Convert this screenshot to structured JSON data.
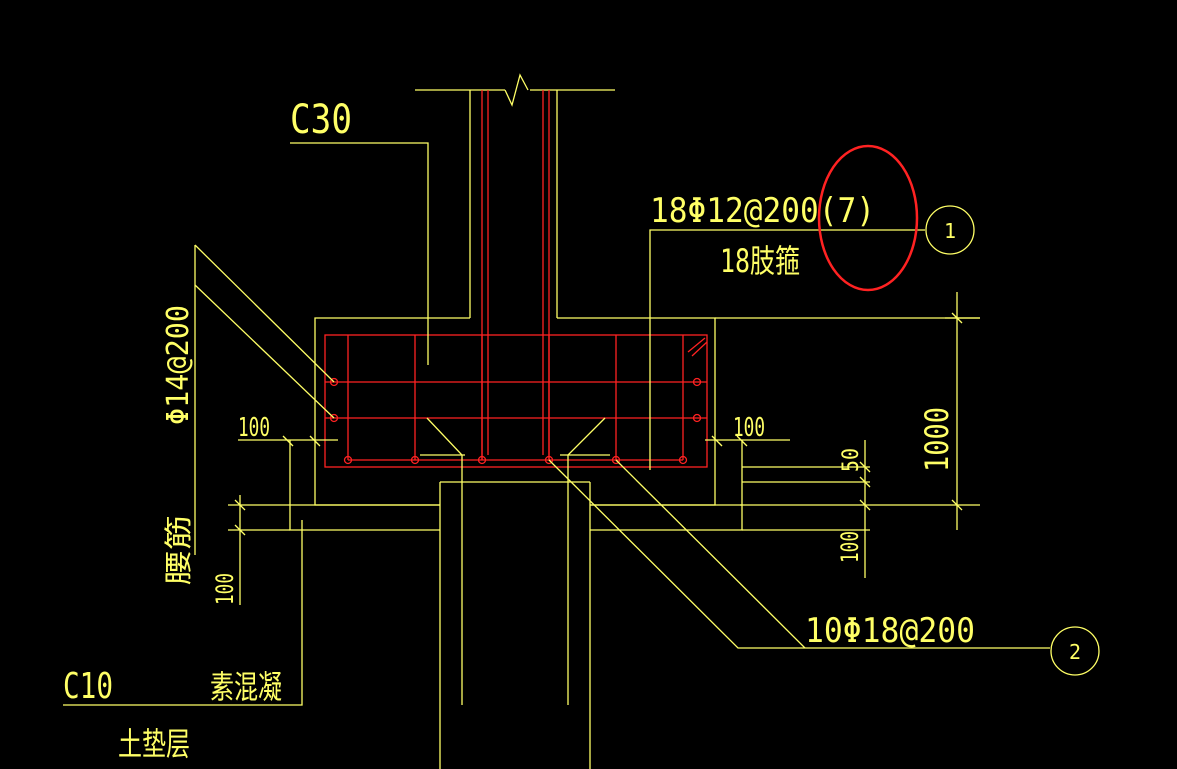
{
  "labels": {
    "concrete_grade": "C30",
    "stirrup_spec": "18Φ12@200(7)",
    "stirrup_legs": "18肢箍",
    "waist_bar_spec": "Φ14@200",
    "waist_bar_name": "腰筋",
    "bottom_bar_spec": "10Φ18@200",
    "cushion_grade": "C10",
    "cushion_material": "素混凝",
    "cushion_layer": "土垫层",
    "dim_left_100": "100",
    "dim_right_100": "100",
    "dim_height_1000": "1000",
    "dim_50": "50",
    "dim_bottom_right_100": "100",
    "dim_bottom_left_100": "100",
    "callout_1": "1",
    "callout_2": "2"
  },
  "colors": {
    "background": "#000000",
    "outline": "#ffff66",
    "rebar": "#ff2222",
    "highlight": "#ff2222"
  }
}
